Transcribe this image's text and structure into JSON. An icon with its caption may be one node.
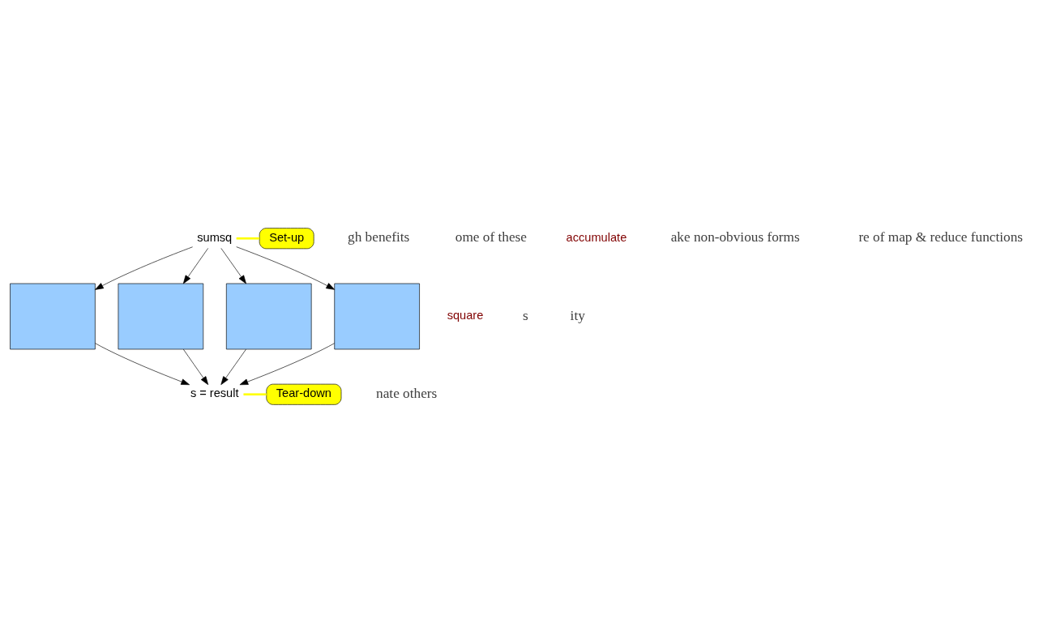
{
  "diagram": {
    "nodes": [
      {
        "text": [
          "sumsq"
        ]
      },
      {
        "text": [],
        "shape": "box"
      },
      {
        "text": [],
        "shape": "box"
      },
      {
        "text": [],
        "shape": "box"
      },
      {
        "text": [],
        "shape": "box"
      },
      {
        "text": [
          "s = result"
        ]
      },
      {
        "text": [
          "Set-up"
        ]
      },
      {
        "text": [
          "Tear-down"
        ]
      }
    ],
    "edges": [
      {
        "from": 0,
        "to": 1,
        "arrow": "to"
      },
      {
        "from": 0,
        "to": 2,
        "arrow": "to"
      },
      {
        "from": 0,
        "to": 3,
        "arrow": "to"
      },
      {
        "from": 0,
        "to": 4,
        "arrow": "to"
      },
      {
        "from": 1,
        "to": 5,
        "arrow": "to"
      },
      {
        "from": 2,
        "to": 5,
        "arrow": "to"
      },
      {
        "from": 3,
        "to": 5,
        "arrow": "to"
      },
      {
        "from": 4,
        "to": 5,
        "arrow": "to"
      },
      {
        "from": 6,
        "to": 0,
        "arrow": "none",
        "color": "#ffff00",
        "style": "thick"
      },
      {
        "from": 7,
        "to": 5,
        "arrow": "none",
        "color": "#ffff00",
        "style": "thick"
      }
    ],
    "labels": [
      "gh benefits",
      "ome of these",
      "square",
      "s",
      "ity",
      "accumulate",
      "ake non-obvious forms",
      "re of map & reduce functions",
      "nate others"
    ]
  }
}
